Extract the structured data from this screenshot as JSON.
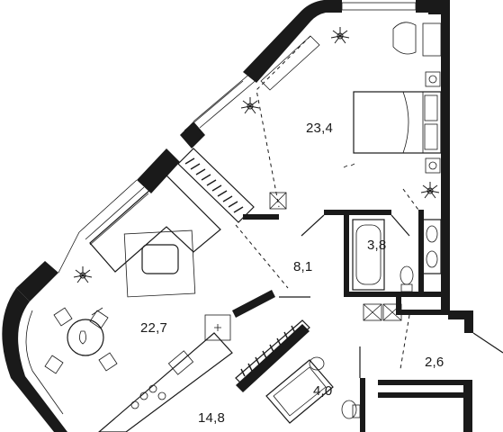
{
  "rooms": [
    {
      "id": "bedroom",
      "area": "23,4"
    },
    {
      "id": "bathroom-1",
      "area": "3,8"
    },
    {
      "id": "hall",
      "area": "8,1"
    },
    {
      "id": "living",
      "area": "22,7"
    },
    {
      "id": "corridor",
      "area": "2,6"
    },
    {
      "id": "bathroom-2",
      "area": "4,0"
    },
    {
      "id": "kitchen",
      "area": "14,8"
    }
  ],
  "colors": {
    "walls": "#1a1a1a",
    "background": "#ffffff"
  }
}
